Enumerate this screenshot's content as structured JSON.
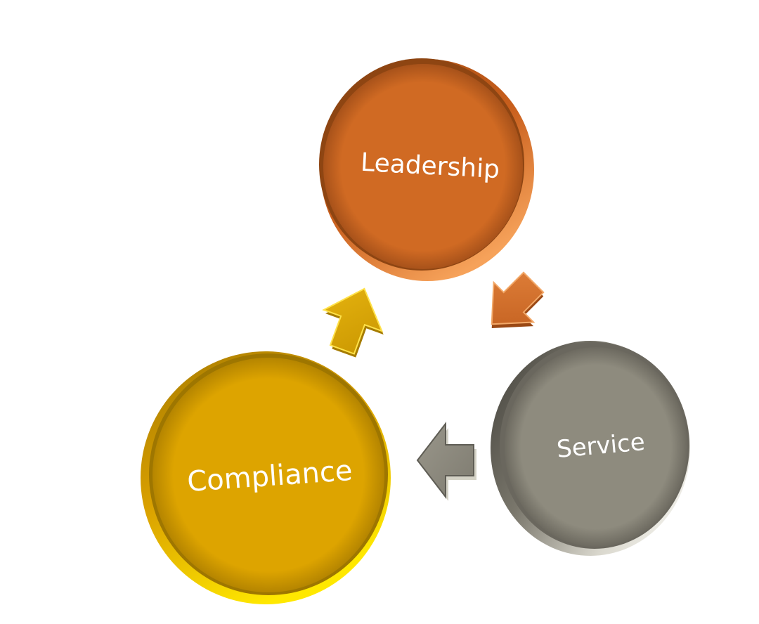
{
  "diagram": {
    "type": "cycle",
    "nodes": [
      {
        "id": "leadership",
        "label": "Leadership",
        "color": "#D06A23"
      },
      {
        "id": "service",
        "label": "Service",
        "color": "#8E8B7E"
      },
      {
        "id": "compliance",
        "label": "Compliance",
        "color": "#DDA400"
      }
    ],
    "edges": [
      {
        "from": "leadership",
        "to": "service",
        "color": "#D8732A",
        "icon": "arrow-down-right"
      },
      {
        "from": "service",
        "to": "compliance",
        "color": "#8E8B7E",
        "icon": "arrow-left"
      },
      {
        "from": "compliance",
        "to": "leadership",
        "color": "#D9A600",
        "icon": "arrow-up-right"
      }
    ]
  }
}
